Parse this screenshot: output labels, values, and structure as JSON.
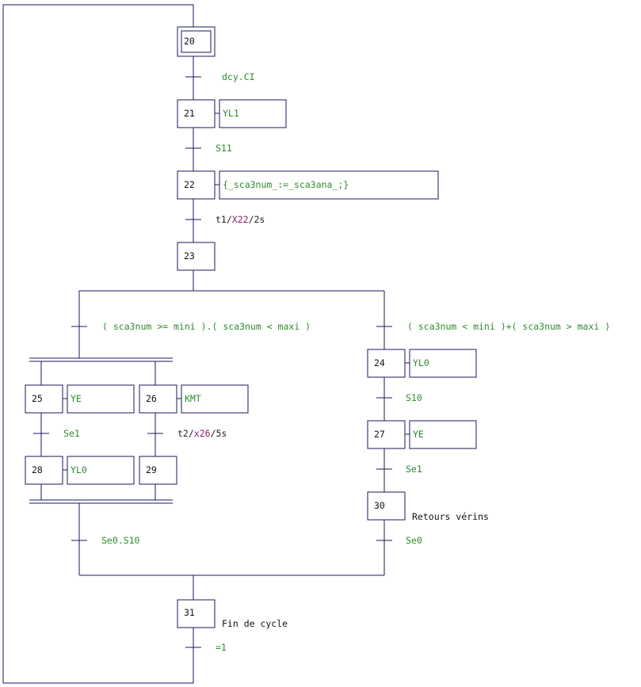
{
  "colors": {
    "line": "#1a1a5e",
    "action_text": "#2e8b2e",
    "variable_text": "#8b1a6b",
    "step_text": "#111111"
  },
  "steps": {
    "s20": {
      "number": "20"
    },
    "s21": {
      "number": "21",
      "action": "YL1"
    },
    "s22": {
      "number": "22",
      "action": "{_sca3num_:=_sca3ana_;}"
    },
    "s23": {
      "number": "23"
    },
    "s24": {
      "number": "24",
      "action": "YL0"
    },
    "s25": {
      "number": "25",
      "action": "YE"
    },
    "s26": {
      "number": "26",
      "action": "KMT"
    },
    "s27": {
      "number": "27",
      "action": "YE"
    },
    "s28": {
      "number": "28",
      "action": "YL0"
    },
    "s29": {
      "number": "29"
    },
    "s30": {
      "number": "30",
      "comment": "Retours vérins"
    },
    "s31": {
      "number": "31",
      "comment": "Fin de cycle"
    }
  },
  "transitions": {
    "t20_21": {
      "condition": "dcy.CI"
    },
    "t21_22": {
      "condition": "S11"
    },
    "t22_23": {
      "part1": "t1/",
      "part2": "X22",
      "part3": "/2s"
    },
    "t23_left": {
      "condition": "( sca3num >= mini ).( sca3num < maxi )"
    },
    "t23_right": {
      "condition": "( sca3num < mini )+( sca3num > maxi )"
    },
    "t24_27": {
      "condition": "S10"
    },
    "t25_28": {
      "condition": "Se1"
    },
    "t26_29": {
      "part1": "t2/",
      "part2": "x26",
      "part3": "/5s"
    },
    "t27_30": {
      "condition": "Se1"
    },
    "t_join_31": {
      "condition": "Se0.S10"
    },
    "t30_31": {
      "condition": "Se0"
    },
    "t31_20": {
      "condition": "=1"
    }
  }
}
